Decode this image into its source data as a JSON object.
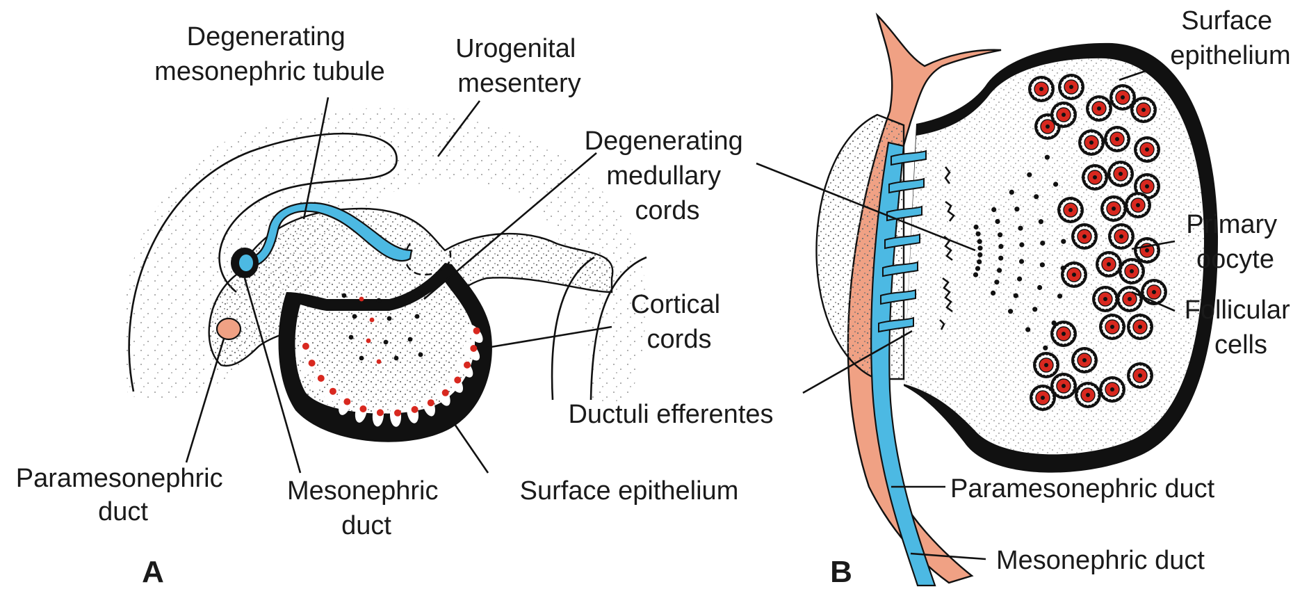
{
  "colors": {
    "mesonephric_duct": "#4cb9e3",
    "paramesonephric_duct": "#f0a184",
    "oocyte_nucleus": "#d8281f",
    "surface_epithelium": "#111111",
    "stroma_stipple": "#6f6f6f"
  },
  "panel_a": {
    "letter": "A",
    "labels": {
      "degenerating_mesonephric_tubule": [
        "Degenerating",
        "mesonephric tubule"
      ],
      "urogenital_mesentery": [
        "Urogenital",
        "mesentery"
      ],
      "degenerating_medullary_cords": [
        "Degenerating",
        "medullary",
        "cords"
      ],
      "cortical_cords": [
        "Cortical",
        "cords"
      ],
      "paramesonephric_duct": [
        "Paramesonephric",
        "duct"
      ],
      "mesonephric_duct": [
        "Mesonephric",
        "duct"
      ],
      "surface_epithelium": "Surface epithelium"
    }
  },
  "panel_b": {
    "letter": "B",
    "labels": {
      "surface_epithelium": [
        "Surface",
        "epithelium"
      ],
      "primary_oocyte": [
        "Primary",
        "oocyte"
      ],
      "follicular_cells": [
        "Follicular",
        "cells"
      ],
      "ductuli_efferentes": "Ductuli efferentes",
      "paramesonephric_duct": "Paramesonephric duct",
      "mesonephric_duct": "Mesonephric duct"
    }
  }
}
